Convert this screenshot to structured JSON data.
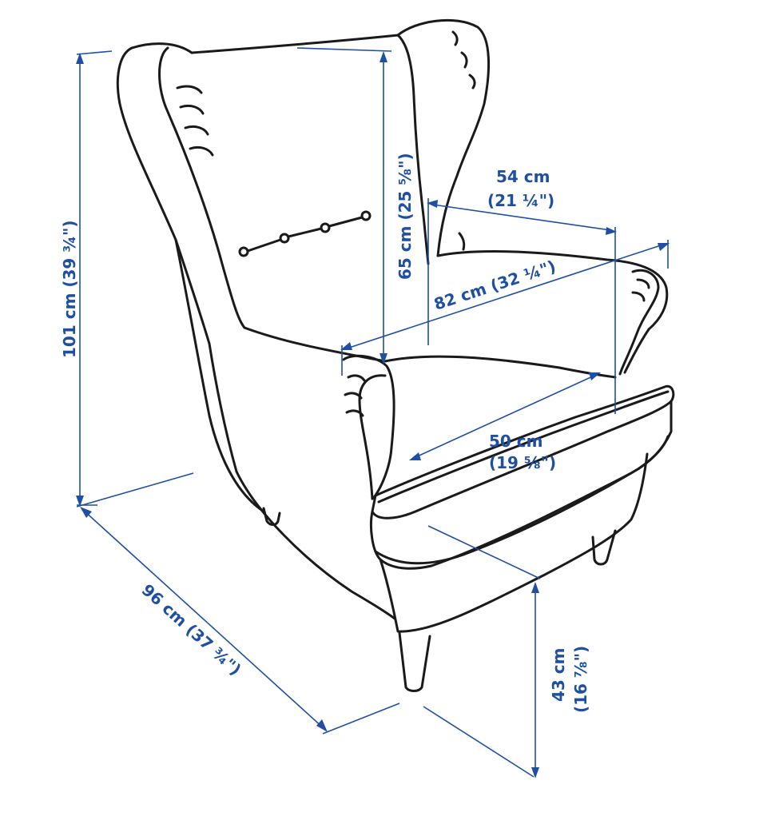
{
  "colors": {
    "dimension": "#1f4fa3",
    "outline": "#1a1a1a",
    "background": "#ffffff"
  },
  "dimensions": {
    "height": {
      "label": "101 cm (39 ¾\")"
    },
    "depth": {
      "label": "96 cm (37 ¾\")"
    },
    "backrest_height": {
      "label": "65 cm (25 ⅝\")"
    },
    "seat_width": {
      "line1": "54 cm",
      "line2": "(21 ¼\")"
    },
    "width": {
      "label": "82 cm (32 ¼\")"
    },
    "seat_depth": {
      "line1": "50 cm",
      "line2": "(19 ⅝\")"
    },
    "seat_height": {
      "line1": "43 cm",
      "line2": "(16 ⅞\")"
    }
  }
}
